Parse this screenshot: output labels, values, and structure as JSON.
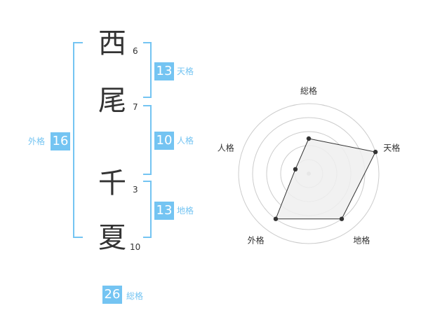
{
  "name": {
    "chars": [
      {
        "char": "西",
        "strokes": "6"
      },
      {
        "char": "尾",
        "strokes": "7"
      },
      {
        "char": "千",
        "strokes": "3"
      },
      {
        "char": "夏",
        "strokes": "10"
      }
    ]
  },
  "kaku": {
    "ten": {
      "value": "13",
      "label": "天格"
    },
    "jin": {
      "value": "10",
      "label": "人格"
    },
    "chi": {
      "value": "13",
      "label": "地格"
    },
    "gai": {
      "value": "16",
      "label": "外格"
    },
    "sou": {
      "value": "26",
      "label": "総格"
    }
  },
  "colors": {
    "accent": "#74c4f2",
    "text": "#333333",
    "grid": "#cccccc",
    "fill": "#eeeeee"
  },
  "chart_data": {
    "type": "radar",
    "categories": [
      "総格",
      "天格",
      "地格",
      "外格",
      "人格"
    ],
    "values": [
      0.5,
      1.0,
      0.8,
      0.8,
      0.2
    ],
    "scale_max": 1.0,
    "rings": 5,
    "grid": true
  }
}
